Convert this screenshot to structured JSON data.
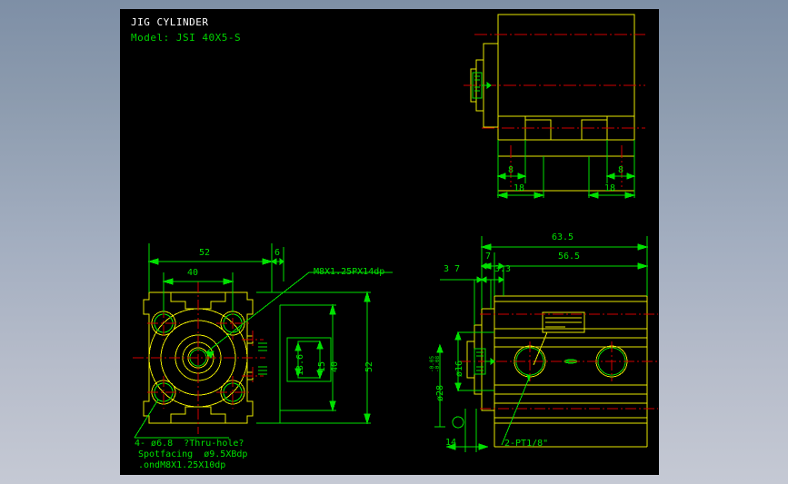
{
  "app": {
    "background_top_color": "#7e8fa6",
    "background_bottom_color": "#c5c9d4",
    "canvas_color": "#000000"
  },
  "drawing": {
    "title": "JIG CYLINDER",
    "model": "Model: JSI 40X5-S",
    "colors": {
      "part_outline": "#e8e800",
      "dimension": "#00e000",
      "centerline": "#d00000",
      "title_text": "#ffffff"
    }
  },
  "views": {
    "front": {
      "name": "front-view",
      "dimensions": {
        "overall_width": "52",
        "bolt_spacing_width": "40",
        "boss_depth": "6",
        "port_thread": "M8X1.25PX14dp",
        "inner_small": "13.6",
        "inner_mid": "15",
        "bolt_spacing_height": "40",
        "overall_height": "52"
      },
      "note": {
        "line1": "4- ø6.8  ?Thru-hole?",
        "line2": "Spotfacing  ø9.5XBdp",
        "line3": ".ondM8X1.25X10dp"
      }
    },
    "side": {
      "name": "side-view",
      "dimensions": {
        "overall_length": "63.5",
        "body_length": "56.5",
        "end_cap": "7",
        "front_offset": "3 7",
        "step": "3.3",
        "bore_outer": "ø28",
        "bore_outer_tol": "-0.05\n-0.08",
        "bore_inner": "ø16",
        "foot_height": "14"
      },
      "port_note": "2-PT1/8\""
    },
    "top": {
      "name": "top-view",
      "dimensions": {
        "left_offset": "8",
        "left_span": "18",
        "right_offset": "8",
        "right_span": "18"
      }
    }
  }
}
